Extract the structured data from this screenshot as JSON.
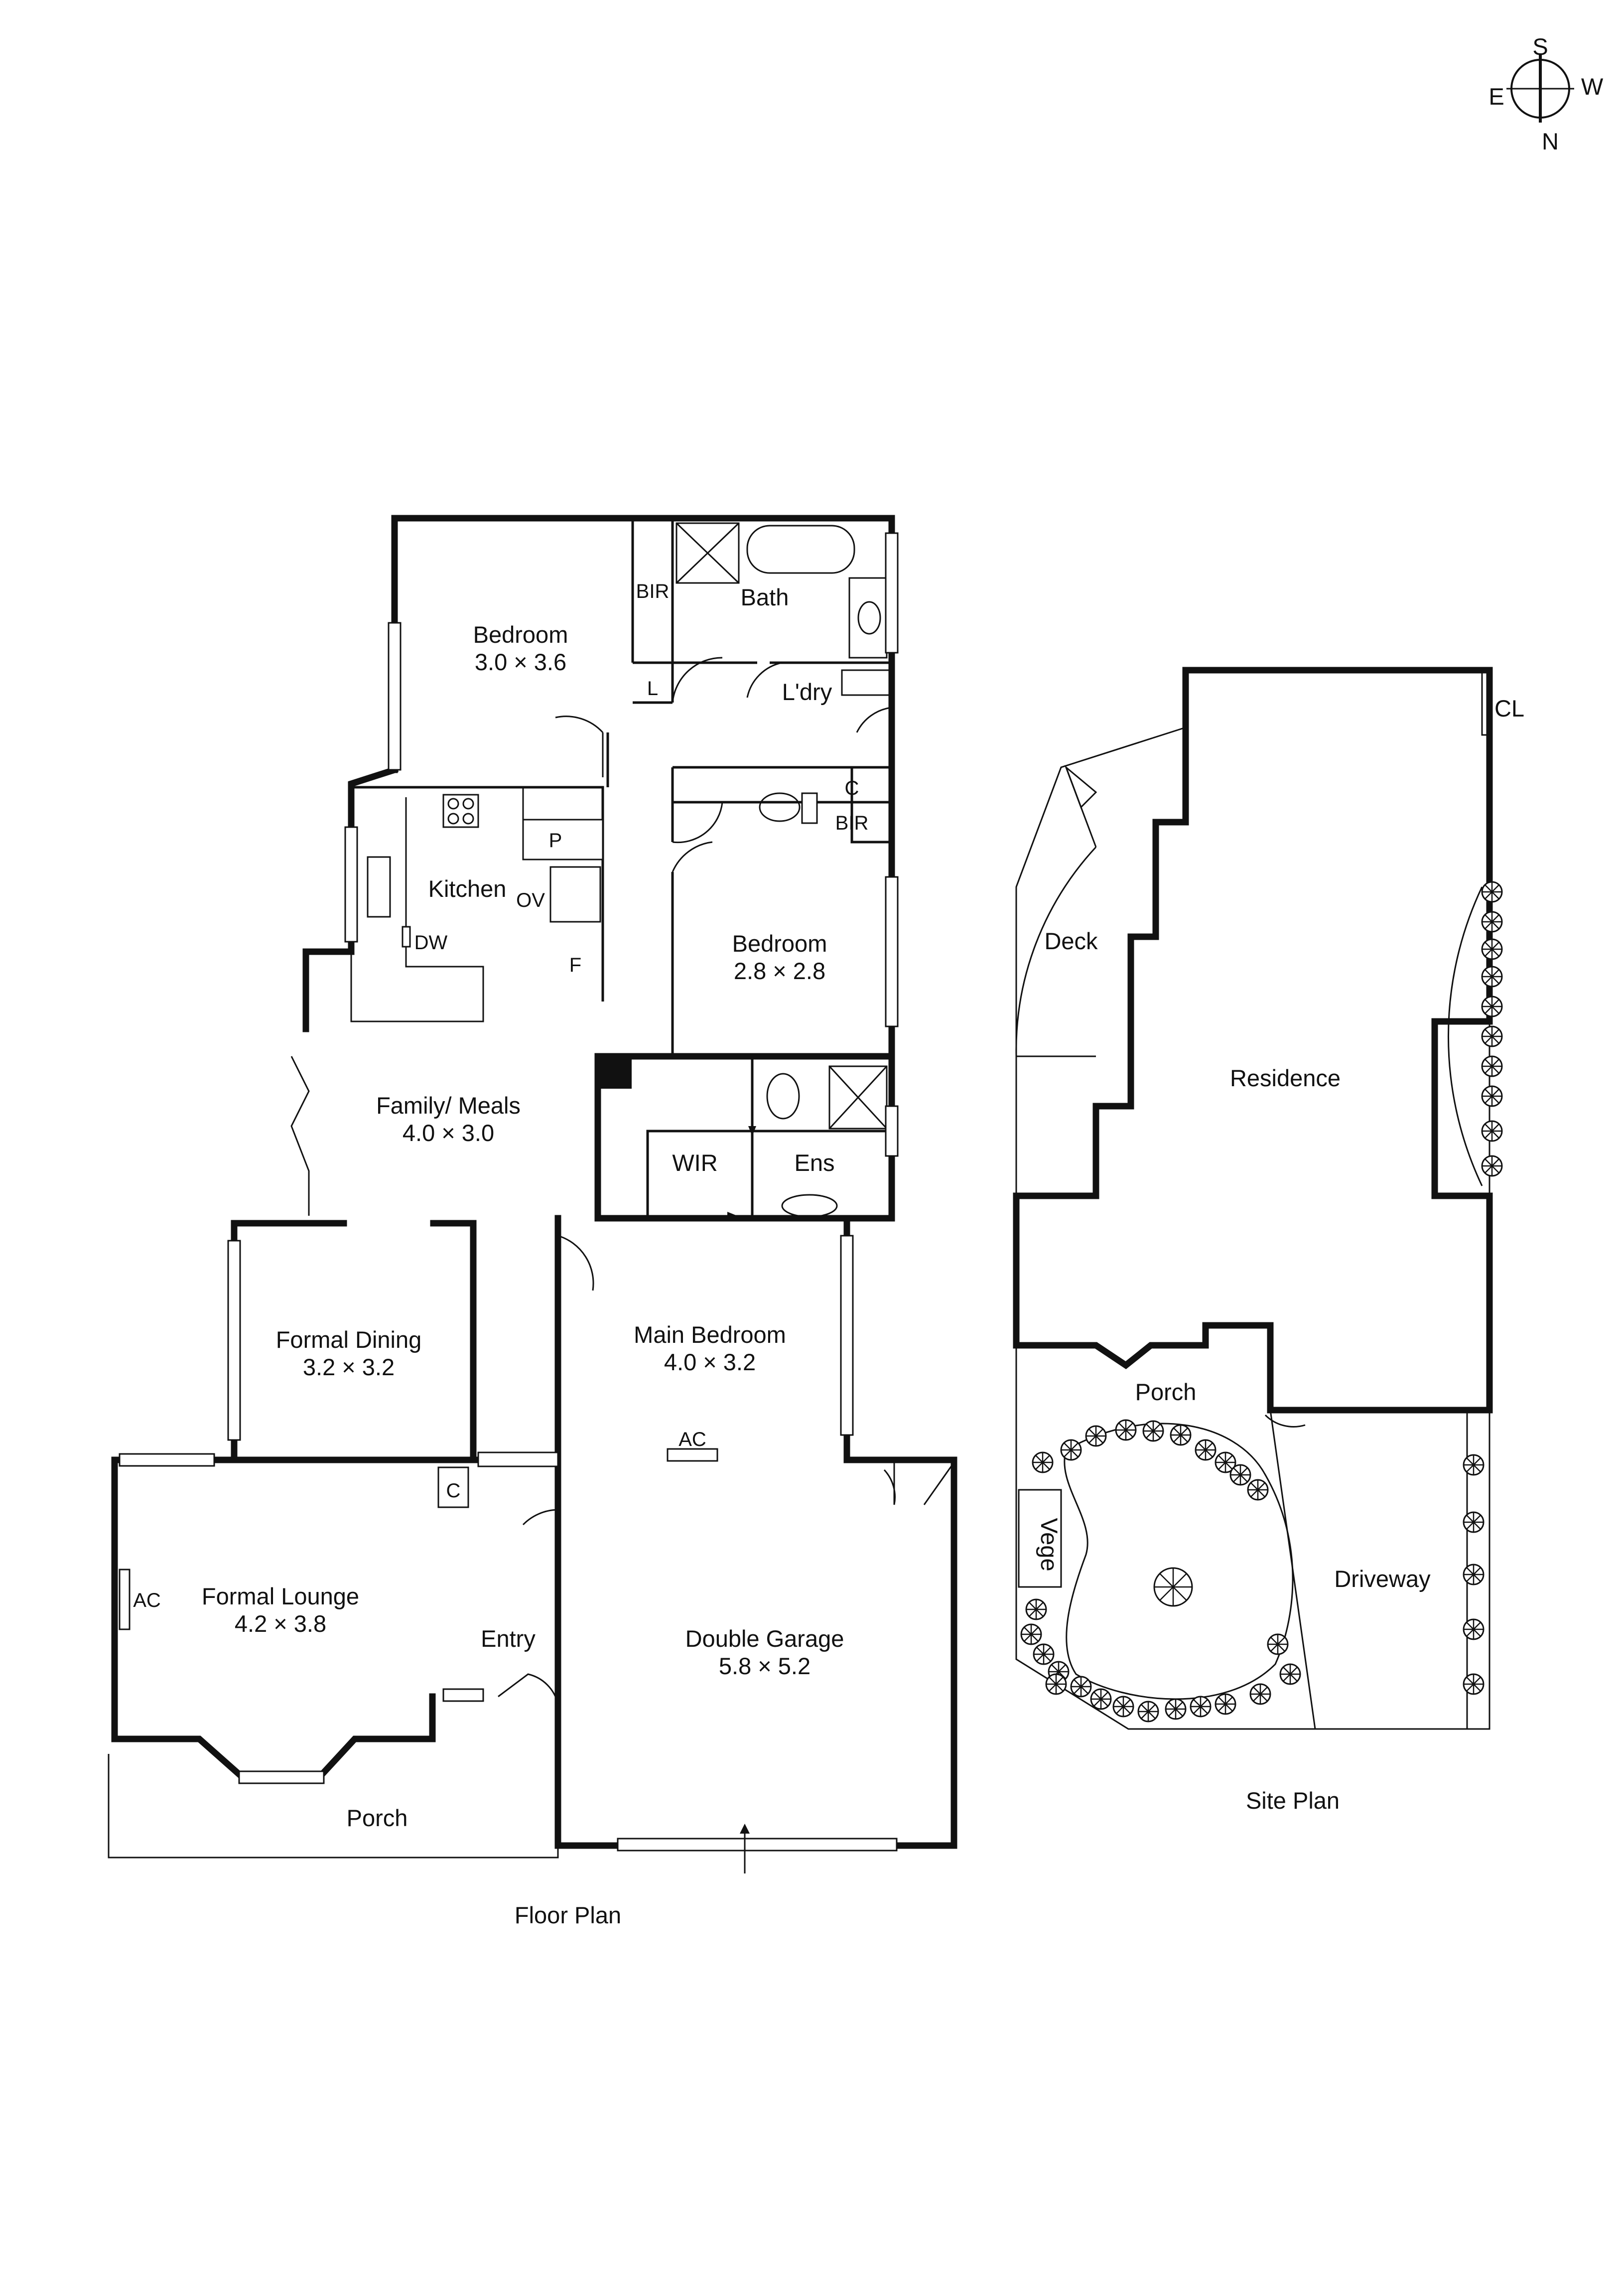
{
  "compass": {
    "s": "S",
    "w": "W",
    "e": "E",
    "n": "N"
  },
  "floor_plan": {
    "caption": "Floor Plan",
    "rooms": {
      "bedroom_2": {
        "name": "Bedroom",
        "dims": "3.0 × 3.6"
      },
      "bath": {
        "name": "Bath"
      },
      "bir_1": {
        "name": "BIR"
      },
      "linen": {
        "name": "L"
      },
      "laundry": {
        "name": "L'dry"
      },
      "cupboard_1": {
        "name": "C"
      },
      "bir_2": {
        "name": "BIR"
      },
      "kitchen": {
        "name": "Kitchen"
      },
      "pantry": {
        "name": "P"
      },
      "oven": {
        "name": "OV"
      },
      "dishwasher": {
        "name": "DW"
      },
      "fridge": {
        "name": "F"
      },
      "bedroom_3": {
        "name": "Bedroom",
        "dims": "2.8 × 2.8"
      },
      "family_meals": {
        "name": "Family/ Meals",
        "dims": "4.0 × 3.0"
      },
      "wir": {
        "name": "WIR"
      },
      "ensuite": {
        "name": "Ens"
      },
      "formal_dining": {
        "name": "Formal Dining",
        "dims": "3.2 × 3.2"
      },
      "main_bedroom": {
        "name": "Main Bedroom",
        "dims": "4.0 × 3.2"
      },
      "ac_1": {
        "name": "AC"
      },
      "cupboard_2": {
        "name": "C"
      },
      "formal_lounge": {
        "name": "Formal Lounge",
        "dims": "4.2 × 3.8"
      },
      "ac_2": {
        "name": "AC"
      },
      "entry": {
        "name": "Entry"
      },
      "double_garage": {
        "name": "Double Garage",
        "dims": "5.8 × 5.2"
      },
      "porch": {
        "name": "Porch"
      }
    }
  },
  "site_plan": {
    "caption": "Site Plan",
    "areas": {
      "clothesline": "CL",
      "deck": "Deck",
      "residence": "Residence",
      "porch": "Porch",
      "vege": "Vege",
      "driveway": "Driveway"
    }
  }
}
